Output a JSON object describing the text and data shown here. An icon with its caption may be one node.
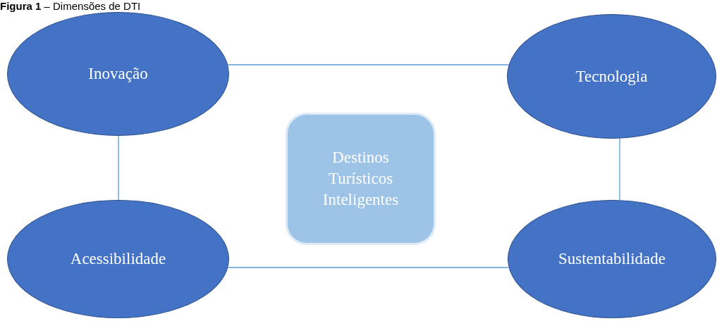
{
  "diagram": {
    "title": "**Figura 1** – Dimensões de DTI",
    "nodes": [
      {
        "text": [
          "Inovação"
        ]
      },
      {
        "text": [
          "Tecnologia"
        ]
      },
      {
        "text": [
          "Destinos Turísticos Inteligentes"
        ]
      },
      {
        "text": [
          "Acessibilidade"
        ]
      },
      {
        "text": [
          "Sustentabilidade"
        ]
      }
    ],
    "edges": [
      {
        "from": 0,
        "to": 1,
        "arrow": "none"
      },
      {
        "from": 0,
        "to": 3,
        "arrow": "none"
      },
      {
        "from": 1,
        "to": 4,
        "arrow": "none"
      },
      {
        "from": 3,
        "to": 4,
        "arrow": "none"
      }
    ]
  }
}
